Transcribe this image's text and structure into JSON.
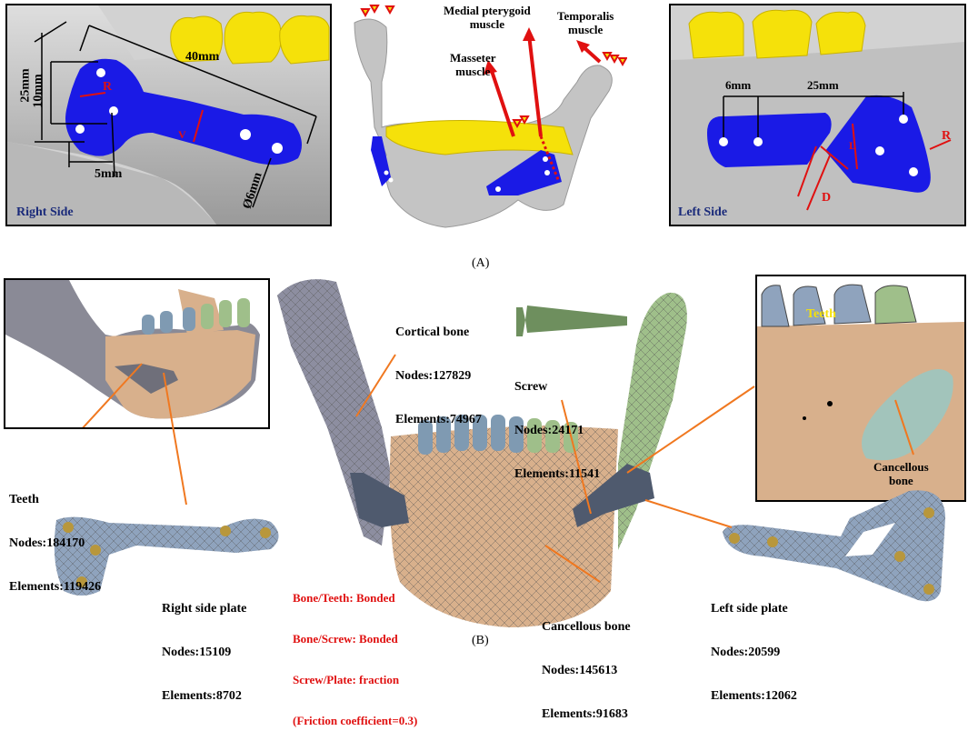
{
  "panel_a": {
    "caption": "(A)",
    "right_side": {
      "title": "Right Side",
      "dims": {
        "d40": "40mm",
        "d25": "25mm",
        "d10": "10mm",
        "d5": "5mm",
        "d6": "Ø6mm"
      },
      "marks": {
        "R": "R",
        "V": "V"
      }
    },
    "center": {
      "medial": "Medial pterygoid\nmuscle",
      "temporalis": "Temporalis\nmuscle",
      "masseter": "Masseter\nmuscle"
    },
    "left_side": {
      "title": "Left Side",
      "dims": {
        "d6": "6mm",
        "d25": "25mm"
      },
      "marks": {
        "L": "L",
        "R": "R",
        "D": "D"
      }
    }
  },
  "panel_b": {
    "caption": "(B)",
    "teeth": {
      "name": "Teeth",
      "nodes": "Nodes:184170",
      "elements": "Elements:119426"
    },
    "cortical": {
      "name": "Cortical bone",
      "nodes": "Nodes:127829",
      "elements": "Elements:74967"
    },
    "screw": {
      "name": "Screw",
      "nodes": "Nodes:24171",
      "elements": "Elements:11541"
    },
    "right_plate": {
      "name": "Right side plate",
      "nodes": "Nodes:15109",
      "elements": "Elements:8702"
    },
    "cancellous": {
      "name": "Cancellous bone",
      "nodes": "Nodes:145613",
      "elements": "Elements:91683"
    },
    "left_plate": {
      "name": "Left side plate",
      "nodes": "Nodes:20599",
      "elements": "Elements:12062"
    },
    "contacts": {
      "l1": "Bone/Teeth: Bonded",
      "l2": "Bone/Screw: Bonded",
      "l3": "Screw/Plate: fraction",
      "l4": "(Friction coefficient=0.3)"
    },
    "inset_right": {
      "teeth": "Teeth",
      "cancellous": "Cancellous\nbone"
    }
  },
  "colors": {
    "plate_blue": "#1a1ae6",
    "teeth_yellow": "#f5e10a",
    "bone_gray": "#c9c9c9",
    "mesh_tan": "#d8b08c",
    "mesh_green": "#9fbf8a",
    "mesh_blue": "#8fa3bd",
    "leader_orange": "#f07820",
    "arrow_red": "#e01010"
  }
}
